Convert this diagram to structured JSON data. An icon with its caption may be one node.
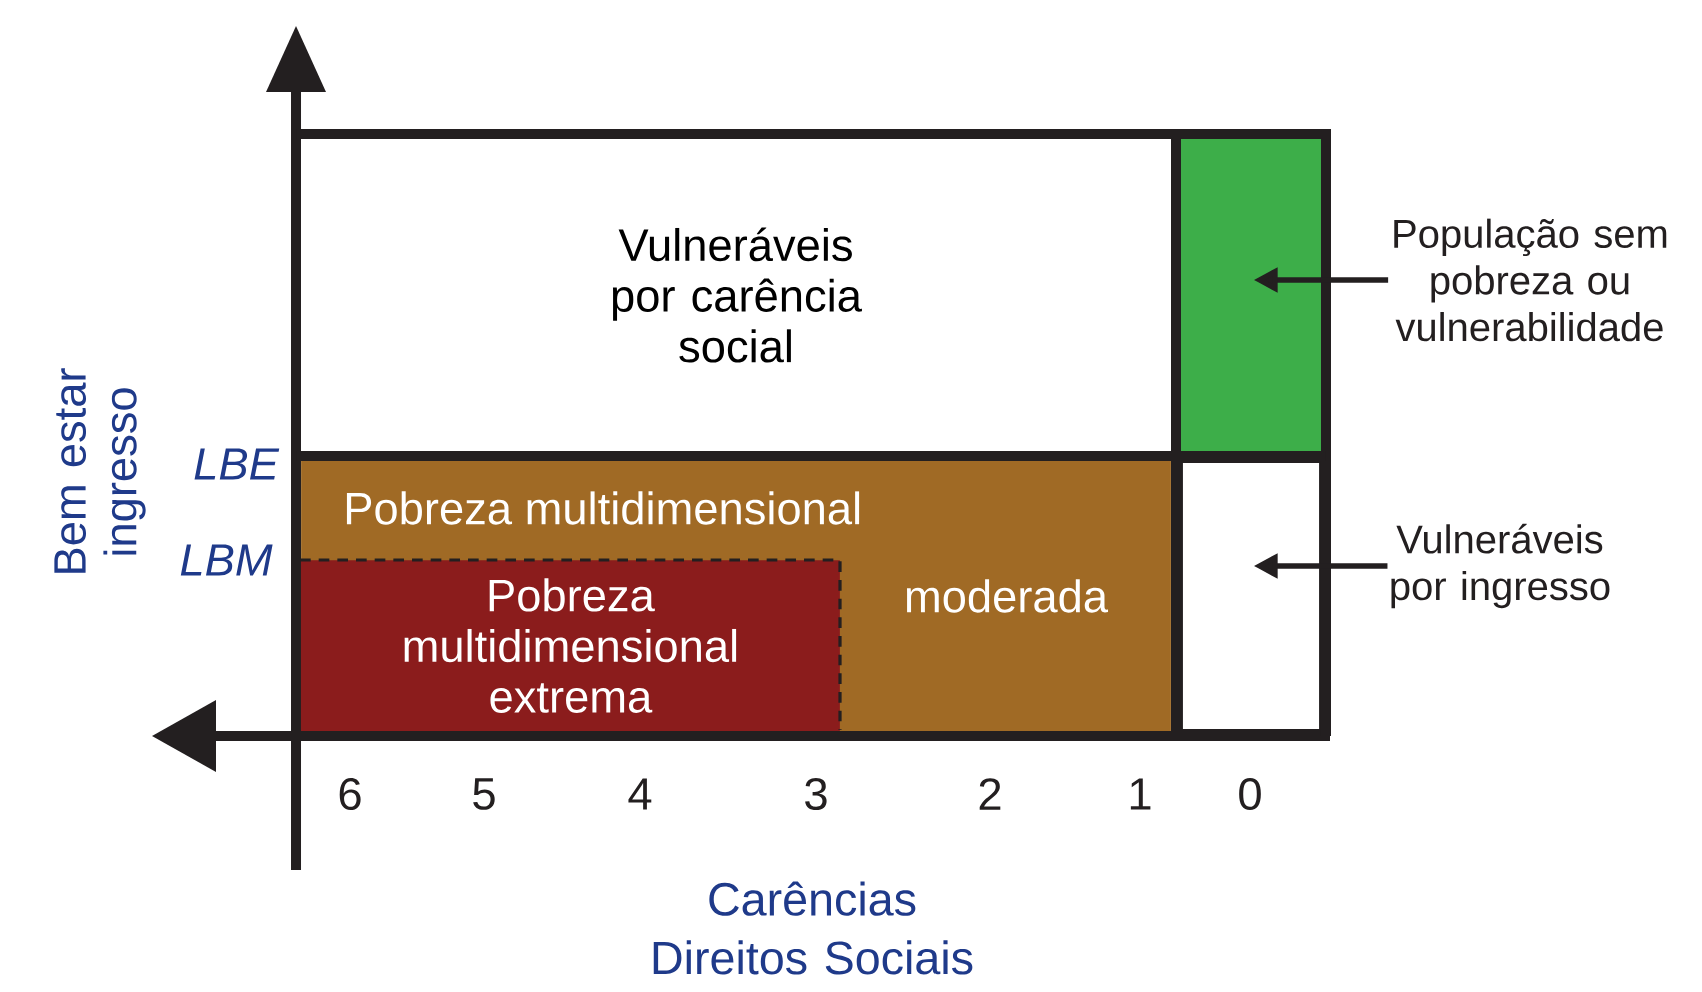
{
  "diagram": {
    "nodes": [
      {
        "text": [
          "Vulneráveis por carência social"
        ]
      },
      {
        "text": [],
        "shape": "box"
      },
      {
        "text": [],
        "shape": "box"
      },
      {
        "text": [
          "Pobreza multidimensional",
          "moderada"
        ]
      },
      {
        "text": [
          "Pobreza multidimensional extrema"
        ],
        "in": 3
      },
      {
        "text": [
          "População sem pobreza ou vulnerabilidade"
        ]
      },
      {
        "text": [
          "Vulneráveis por ingresso"
        ]
      }
    ],
    "edges": [
      {
        "from": 5,
        "to": 1,
        "arrow": "to"
      },
      {
        "from": 6,
        "to": 2,
        "arrow": "to"
      }
    ],
    "labels": [
      "Bem estar ingresso",
      "LBE",
      "LBM",
      "6",
      "5",
      "4",
      "3",
      "2",
      "1",
      "0",
      "Carências Direitos Sociais"
    ]
  }
}
